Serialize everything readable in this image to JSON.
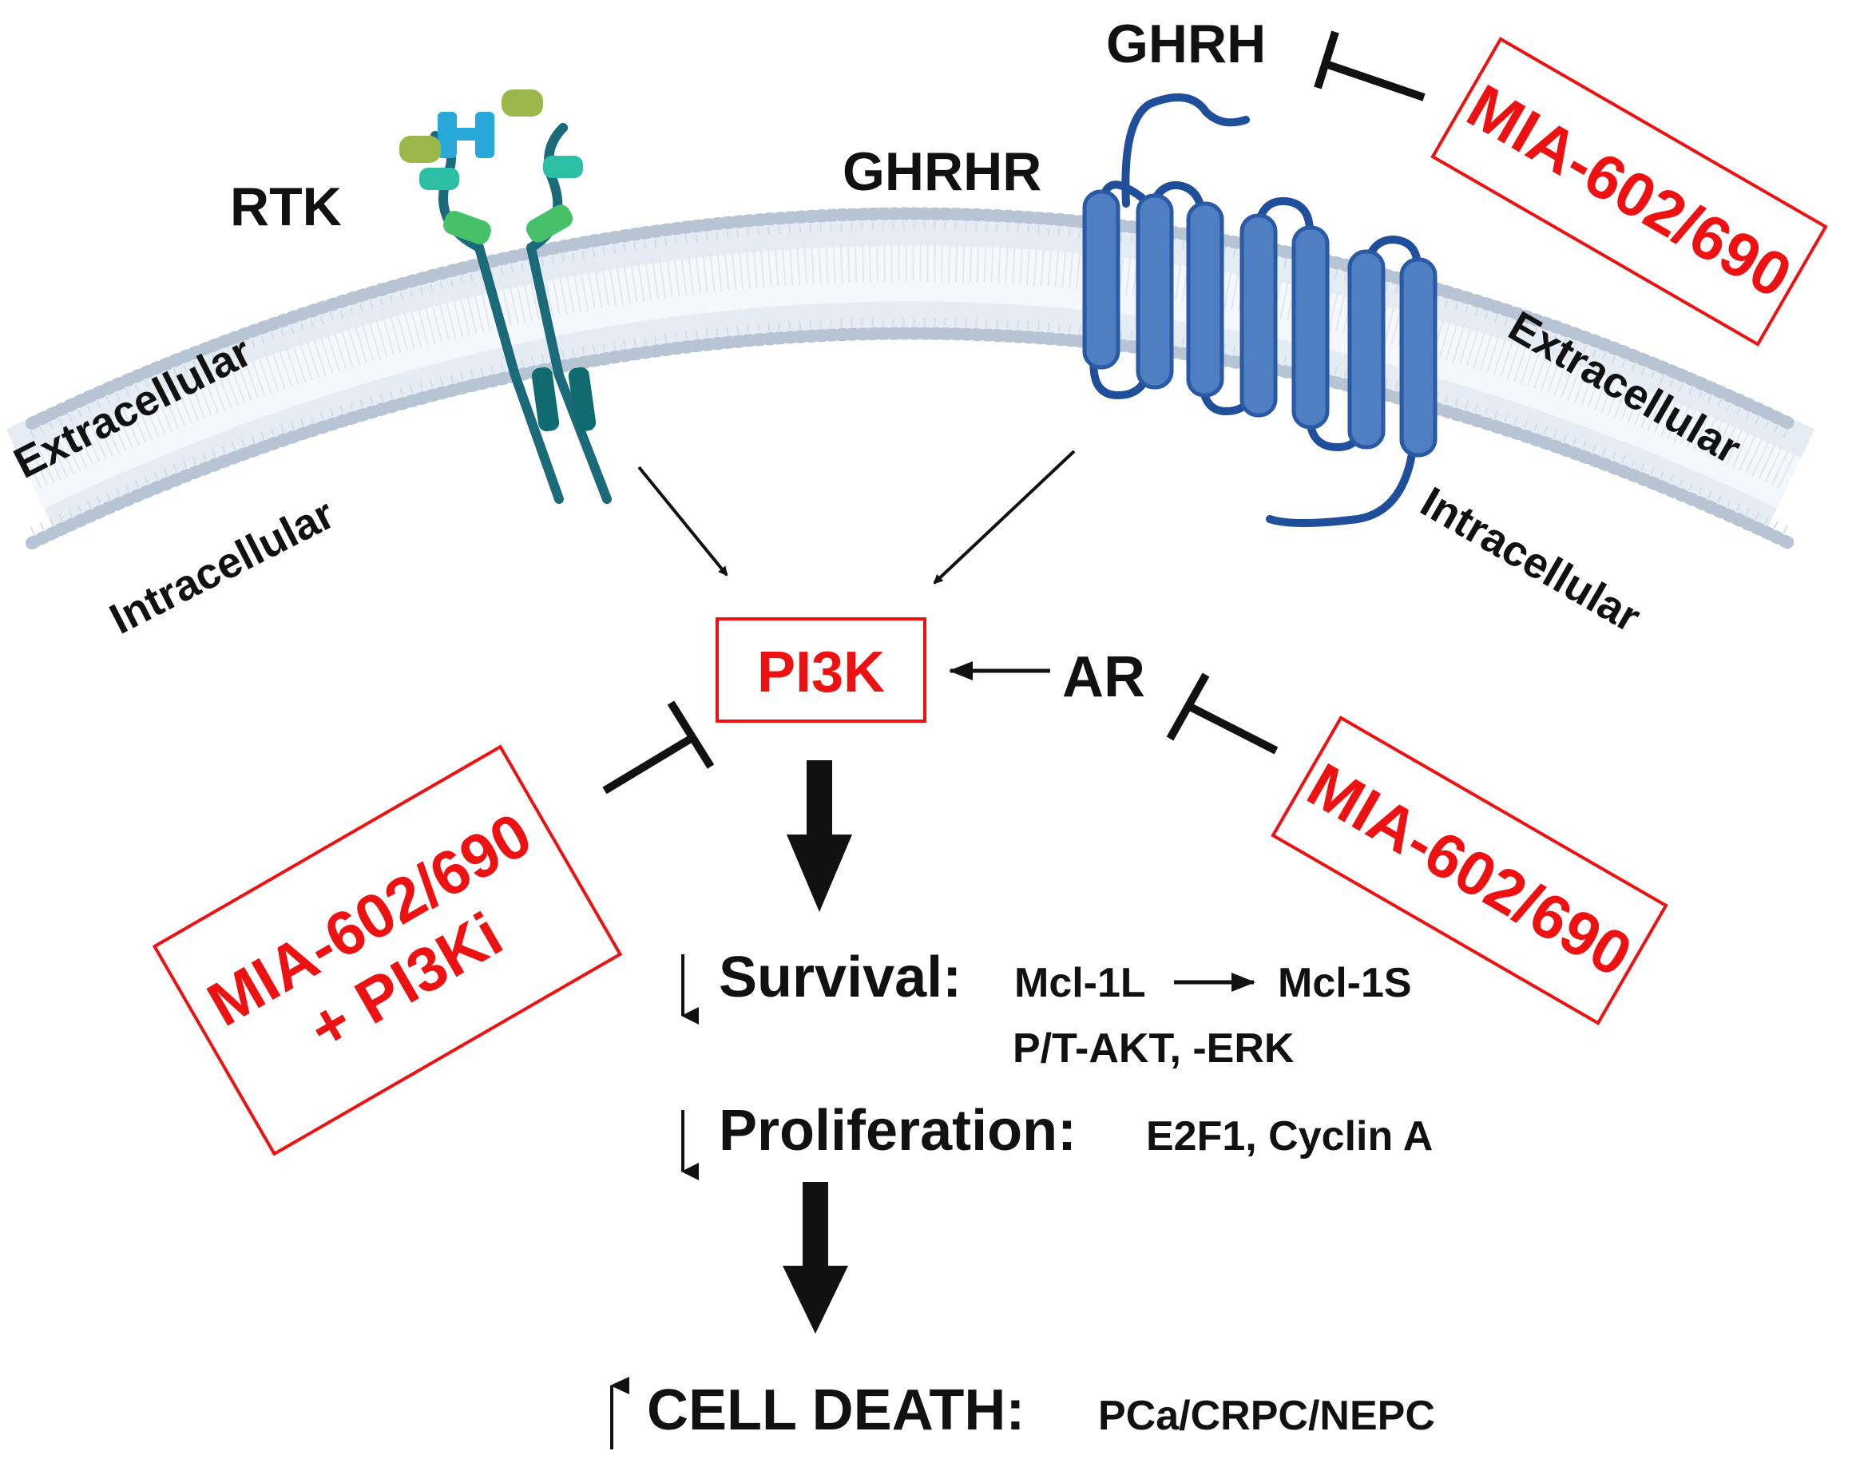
{
  "labels": {
    "rtk": "RTK",
    "ghrhr": "GHRHR",
    "ghrh": "GHRH",
    "extracellular_left": "Extracellular",
    "intracellular_left": "Intracellular",
    "extracellular_right": "Extracellular",
    "intracellular_right": "Intracellular",
    "pi3k": "PI3K",
    "ar": "AR"
  },
  "inhibitors": {
    "ghrh_inhibitor": "MIA-602/690",
    "pi3k_inhibitor_line1": "MIA-602/690",
    "pi3k_inhibitor_line2": "+ PI3Ki",
    "ar_inhibitor": "MIA-602/690"
  },
  "outcomes": {
    "survival": {
      "label": "Survival:",
      "from": "Mcl-1L",
      "to": "Mcl-1S",
      "detail": "P/T-AKT, -ERK"
    },
    "proliferation": {
      "label": "Proliferation:",
      "detail": "E2F1, Cyclin A"
    },
    "cell_death": {
      "label": "CELL DEATH:",
      "detail": "PCa/CRPC/NEPC"
    }
  },
  "colors": {
    "inhibitor_red": "#ee1111",
    "text": "#111111",
    "receptor_blue": "#4f7fc2",
    "membrane": "#c9d5e3"
  }
}
